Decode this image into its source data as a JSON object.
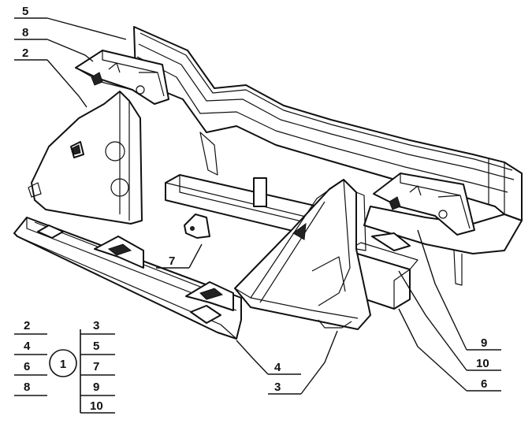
{
  "callouts": {
    "c5": "5",
    "c8": "8",
    "c2": "2",
    "c7": "7",
    "c4": "4",
    "c3": "3",
    "c9": "9",
    "c10": "10",
    "c6": "6"
  },
  "legend": {
    "center": "1",
    "left": [
      "2",
      "4",
      "6",
      "8"
    ],
    "right": [
      "3",
      "5",
      "7",
      "9",
      "10"
    ]
  }
}
